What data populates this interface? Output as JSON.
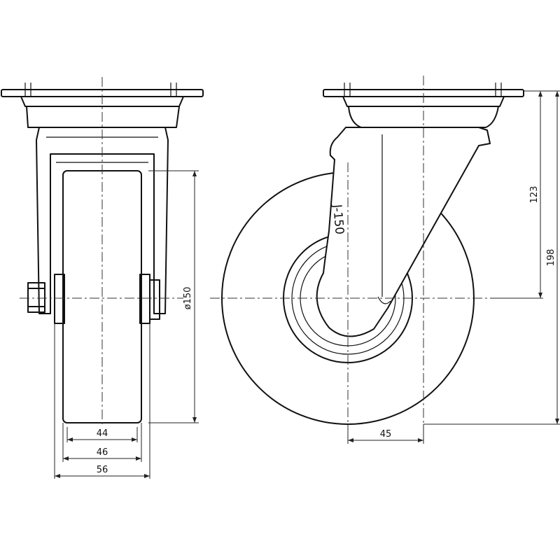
{
  "dimensions": {
    "axle_inner_width": "44",
    "wheel_width": "46",
    "bracket_width": "56",
    "wheel_diameter": "ø150",
    "swivel_offset": "45",
    "axle_height": "123",
    "overall_height": "198"
  },
  "wheel_marking": "J-150"
}
